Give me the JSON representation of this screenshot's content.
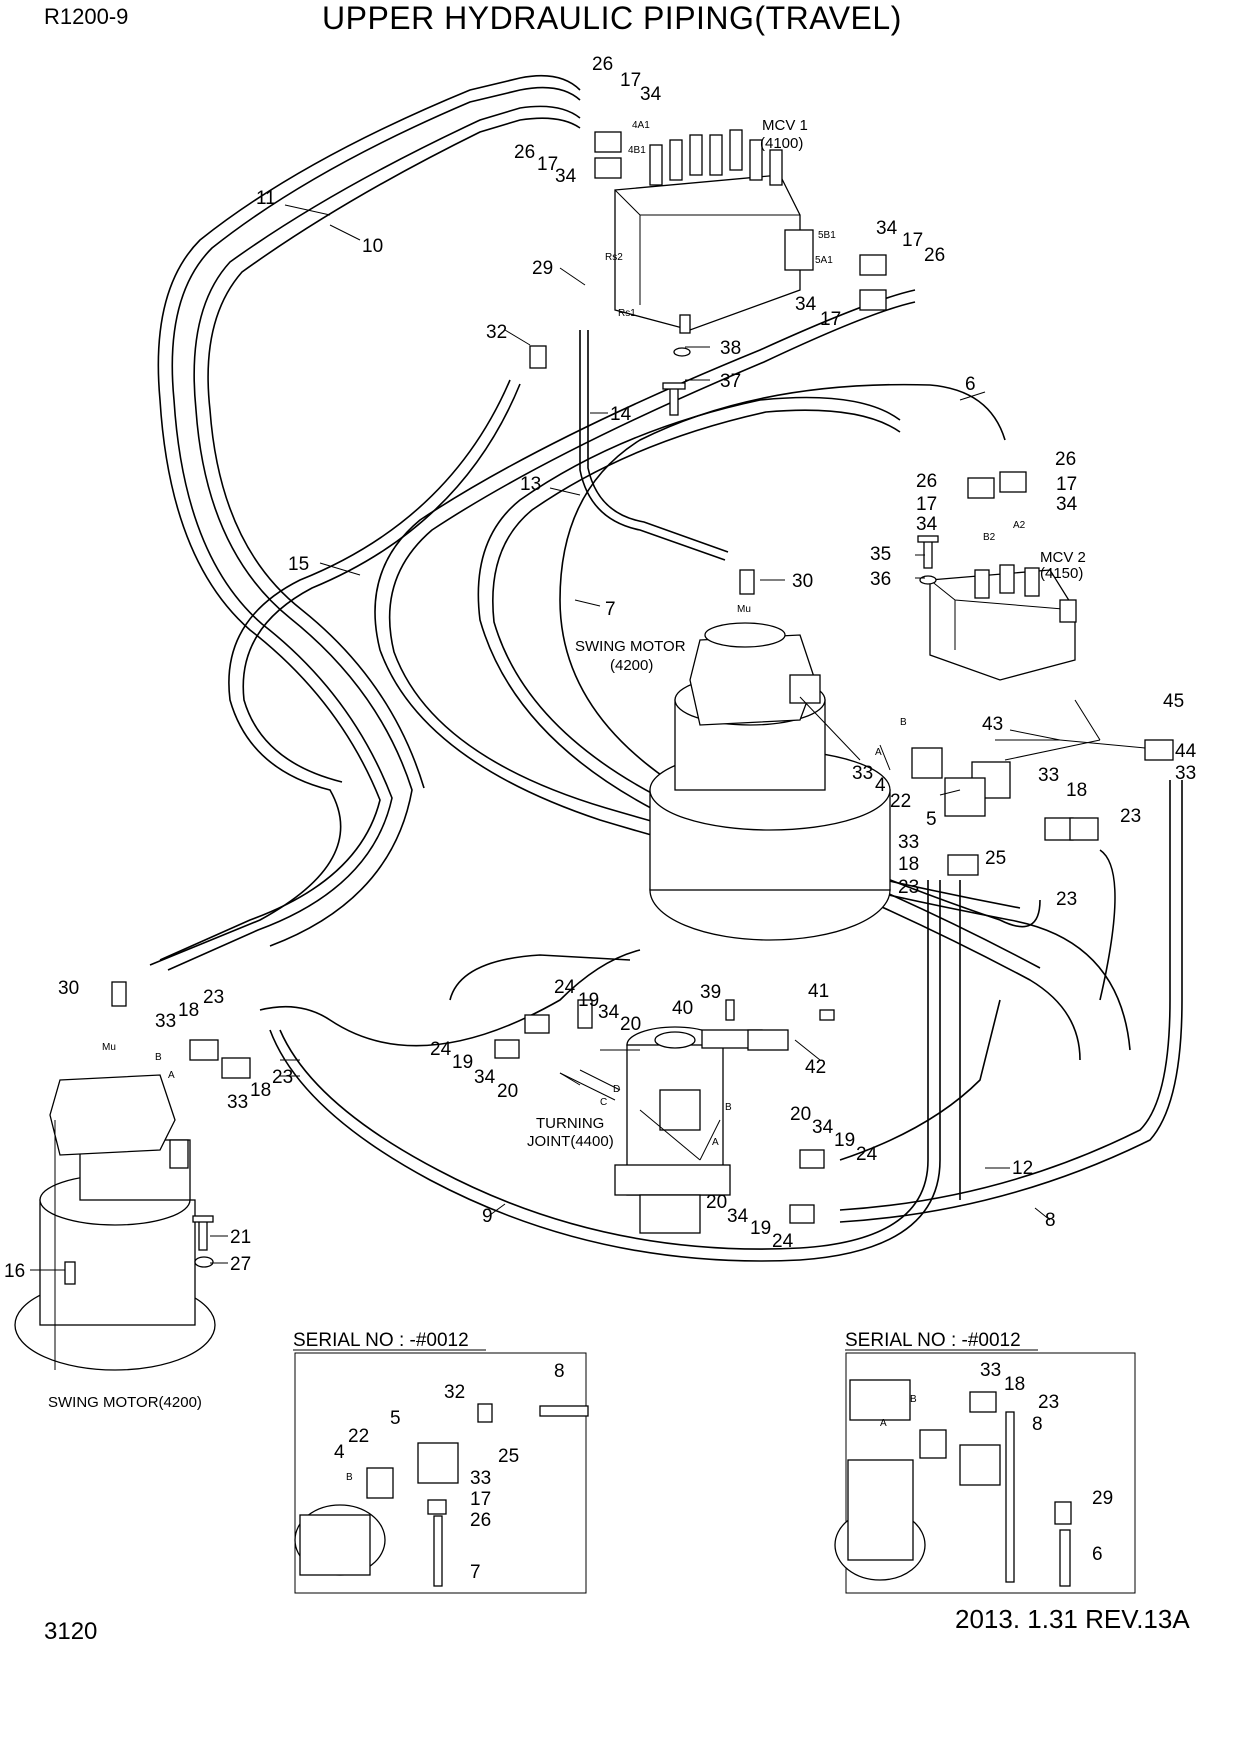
{
  "header": {
    "model": "R1200-9",
    "title": "UPPER HYDRAULIC PIPING(TRAVEL)"
  },
  "footer": {
    "page_number": "3120",
    "revision": "2013. 1.31  REV.13A"
  },
  "components": {
    "mcv1": "MCV 1",
    "mcv1_code": "(4100)",
    "mcv2": "MCV 2",
    "mcv2_code": "(4150)",
    "swing_motor_top": "SWING MOTOR",
    "swing_motor_top_code": "(4200)",
    "swing_motor_bottom": "SWING MOTOR(4200)",
    "turning_joint": "TURNING",
    "turning_joint_code": "JOINT(4400)"
  },
  "ports": {
    "4A1": "4A1",
    "4B1": "4B1",
    "5B1": "5B1",
    "5A1": "5A1",
    "Rs2": "Rs2",
    "Rs1": "Rs1",
    "B2": "B2",
    "A2": "A2",
    "Mu": "Mu",
    "Mu2": "Mu",
    "A": "A",
    "B": "B",
    "C": "C",
    "D": "D",
    "B_tj": "B",
    "A_tj": "A",
    "B_sm": "B",
    "A_sm": "A",
    "B_inset1": "B",
    "B_inset2": "B",
    "A_inset2": "A"
  },
  "callouts": {
    "c1": "26",
    "c2": "17",
    "c3": "34",
    "c4": "26",
    "c5": "17",
    "c6": "34",
    "c7": "11",
    "c8": "10",
    "c9": "29",
    "c10": "32",
    "c11": "38",
    "c12": "37",
    "c13": "14",
    "c14": "34",
    "c15": "17",
    "c16": "26",
    "c17": "34",
    "c18": "17",
    "c19": "6",
    "c20": "26",
    "c21": "26",
    "c22": "17",
    "c23": "17",
    "c24": "34",
    "c25": "34",
    "c26": "13",
    "c27": "15",
    "c28": "30",
    "c29": "7",
    "c30": "35",
    "c31": "36",
    "c32": "45",
    "c33": "44",
    "c34": "33",
    "c35": "43",
    "c36": "33",
    "c37": "4",
    "c38": "22",
    "c39": "5",
    "c40": "33",
    "c41": "18",
    "c42": "23",
    "c43": "33",
    "c44": "18",
    "c45": "25",
    "c46": "23",
    "c47": "23",
    "c48": "30",
    "c49": "33",
    "c50": "18",
    "c51": "23",
    "c52": "33",
    "c53": "18",
    "c54": "23",
    "c55": "24",
    "c56": "19",
    "c57": "34",
    "c58": "20",
    "c59": "24",
    "c60": "19",
    "c61": "34",
    "c62": "20",
    "c63": "39",
    "c64": "40",
    "c65": "41",
    "c66": "42",
    "c67": "20",
    "c68": "34",
    "c69": "19",
    "c70": "24",
    "c71": "12",
    "c72": "20",
    "c73": "34",
    "c74": "19",
    "c75": "24",
    "c76": "8",
    "c77": "9",
    "c78": "21",
    "c79": "27",
    "c80": "16"
  },
  "inset_left": {
    "title": "SERIAL NO : -#0012",
    "callouts": [
      "8",
      "32",
      "5",
      "22",
      "4",
      "25",
      "33",
      "17",
      "26",
      "7"
    ]
  },
  "inset_right": {
    "title": "SERIAL NO : -#0012",
    "callouts": [
      "33",
      "18",
      "23",
      "8",
      "29",
      "6"
    ]
  }
}
